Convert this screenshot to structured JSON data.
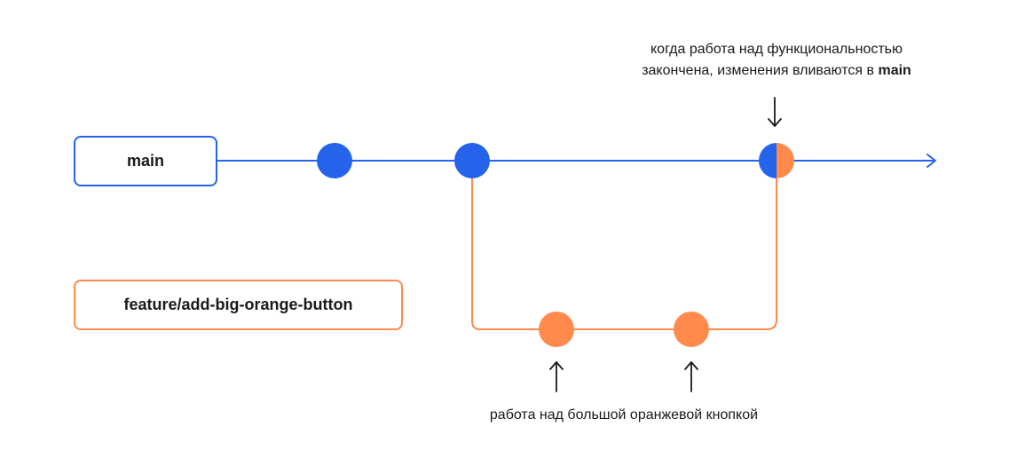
{
  "colors": {
    "main": "#2563eb",
    "feature": "#ff8a4c",
    "text": "#1a1a1a",
    "background": "#ffffff"
  },
  "branches": {
    "main": {
      "name": "main"
    },
    "feature": {
      "name": "feature/add-big-orange-button"
    }
  },
  "annotations": {
    "merge": {
      "line1": "когда работа над функциональностью",
      "line2_prefix": "закончена, изменения вливаются в ",
      "line2_branch": "main"
    },
    "work": {
      "text": "работа над большой оранжевой кнопкой"
    }
  },
  "arrows": {
    "glyph": "↓ ↑"
  }
}
